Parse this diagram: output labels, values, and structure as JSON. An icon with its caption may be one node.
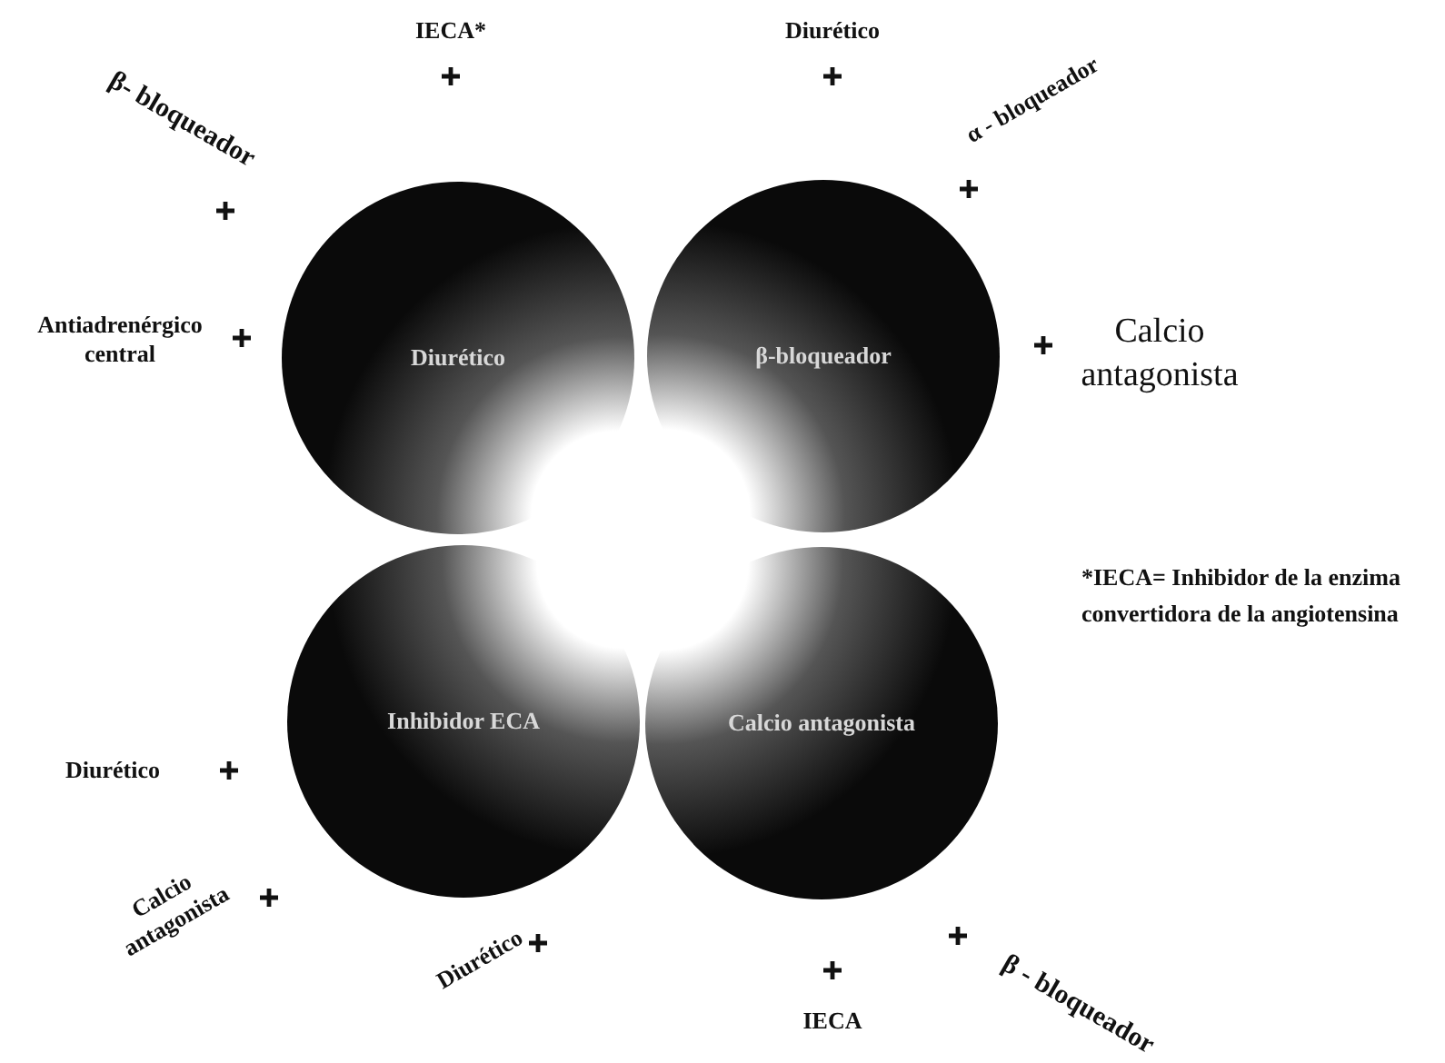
{
  "diagram": {
    "nodes": [
      {
        "text": [
          "Diurético"
        ]
      },
      {
        "text": [
          "β-bloqueador"
        ]
      },
      {
        "text": [
          "Inhibidor ECA"
        ]
      },
      {
        "text": [
          "Calcio antagonista"
        ]
      }
    ],
    "labels": [
      "β- bloqueador",
      "IECA*",
      "Diurético",
      "α - bloqueador",
      "Antiadrenérgico central",
      "Calcio antagonista",
      "*IECA= Inhibidor de la enzima convertidora de la angiotensina",
      "Diurético",
      "Calcio antagonista",
      "Diurético",
      "IECA",
      "β - bloqueador"
    ]
  }
}
